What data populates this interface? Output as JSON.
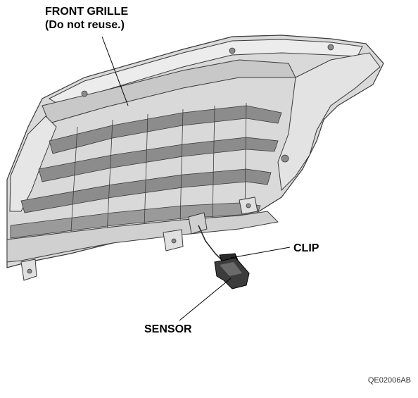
{
  "labels": {
    "front_grille_line1": "FRONT GRILLE",
    "front_grille_line2": "(Do not reuse.)",
    "clip": "CLIP",
    "sensor": "SENSOR"
  },
  "figure_code": "QE02006AB",
  "colors": {
    "part_fill": "#d9d9d9",
    "part_light": "#ececec",
    "part_shadow": "#8c8c8c",
    "outline": "#3a3a3a",
    "sensor_dark": "#2b2b2b",
    "leader": "#000000"
  }
}
